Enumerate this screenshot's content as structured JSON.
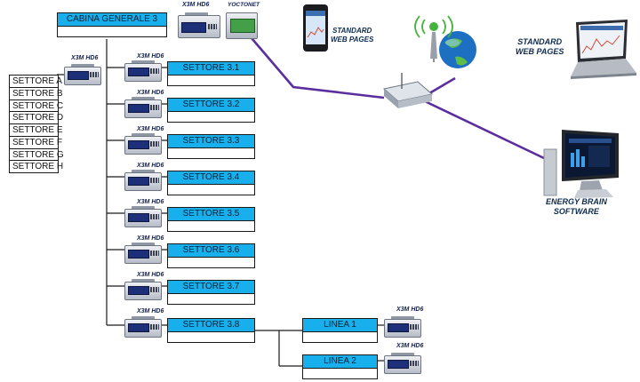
{
  "main": {
    "title": "CABINA GENERALE 3"
  },
  "top_devices": {
    "meter_label": "X3M HD6",
    "gateway_label": "YOCTONET"
  },
  "sector_list": [
    "SETTORE A",
    "SETTORE B",
    "SETTORE C",
    "SETTORE D",
    "SETTORE E",
    "SETTORE F",
    "SETTORE G",
    "SETTORE H"
  ],
  "sector_meter_label": "X3M HD6",
  "sectors": [
    {
      "title": "SETTORE 3.1",
      "meter_label": "X3M HD6"
    },
    {
      "title": "SETTORE 3.2",
      "meter_label": "X3M HD6"
    },
    {
      "title": "SETTORE 3.3",
      "meter_label": "X3M HD6"
    },
    {
      "title": "SETTORE 3.4",
      "meter_label": "X3M HD6"
    },
    {
      "title": "SETTORE 3.5",
      "meter_label": "X3M HD6"
    },
    {
      "title": "SETTORE 3.6",
      "meter_label": "X3M HD6"
    },
    {
      "title": "SETTORE 3.7",
      "meter_label": "X3M HD6"
    },
    {
      "title": "SETTORE 3.8",
      "meter_label": "X3M HD6"
    }
  ],
  "lines": [
    {
      "title": "LINEA 1",
      "meter_label": "X3M HD6"
    },
    {
      "title": "LINEA 2",
      "meter_label": "X3M HD6"
    }
  ],
  "phone_note": [
    "STANDARD",
    "WEB PAGES"
  ],
  "laptop_note": [
    "STANDARD",
    "WEB PAGES"
  ],
  "software_note": [
    "ENERGY BRAIN",
    "SOFTWARE"
  ],
  "colors": {
    "box_header": "#17b0ec",
    "network_line": "#5b2d9e",
    "wire": "#1a1a1a"
  }
}
